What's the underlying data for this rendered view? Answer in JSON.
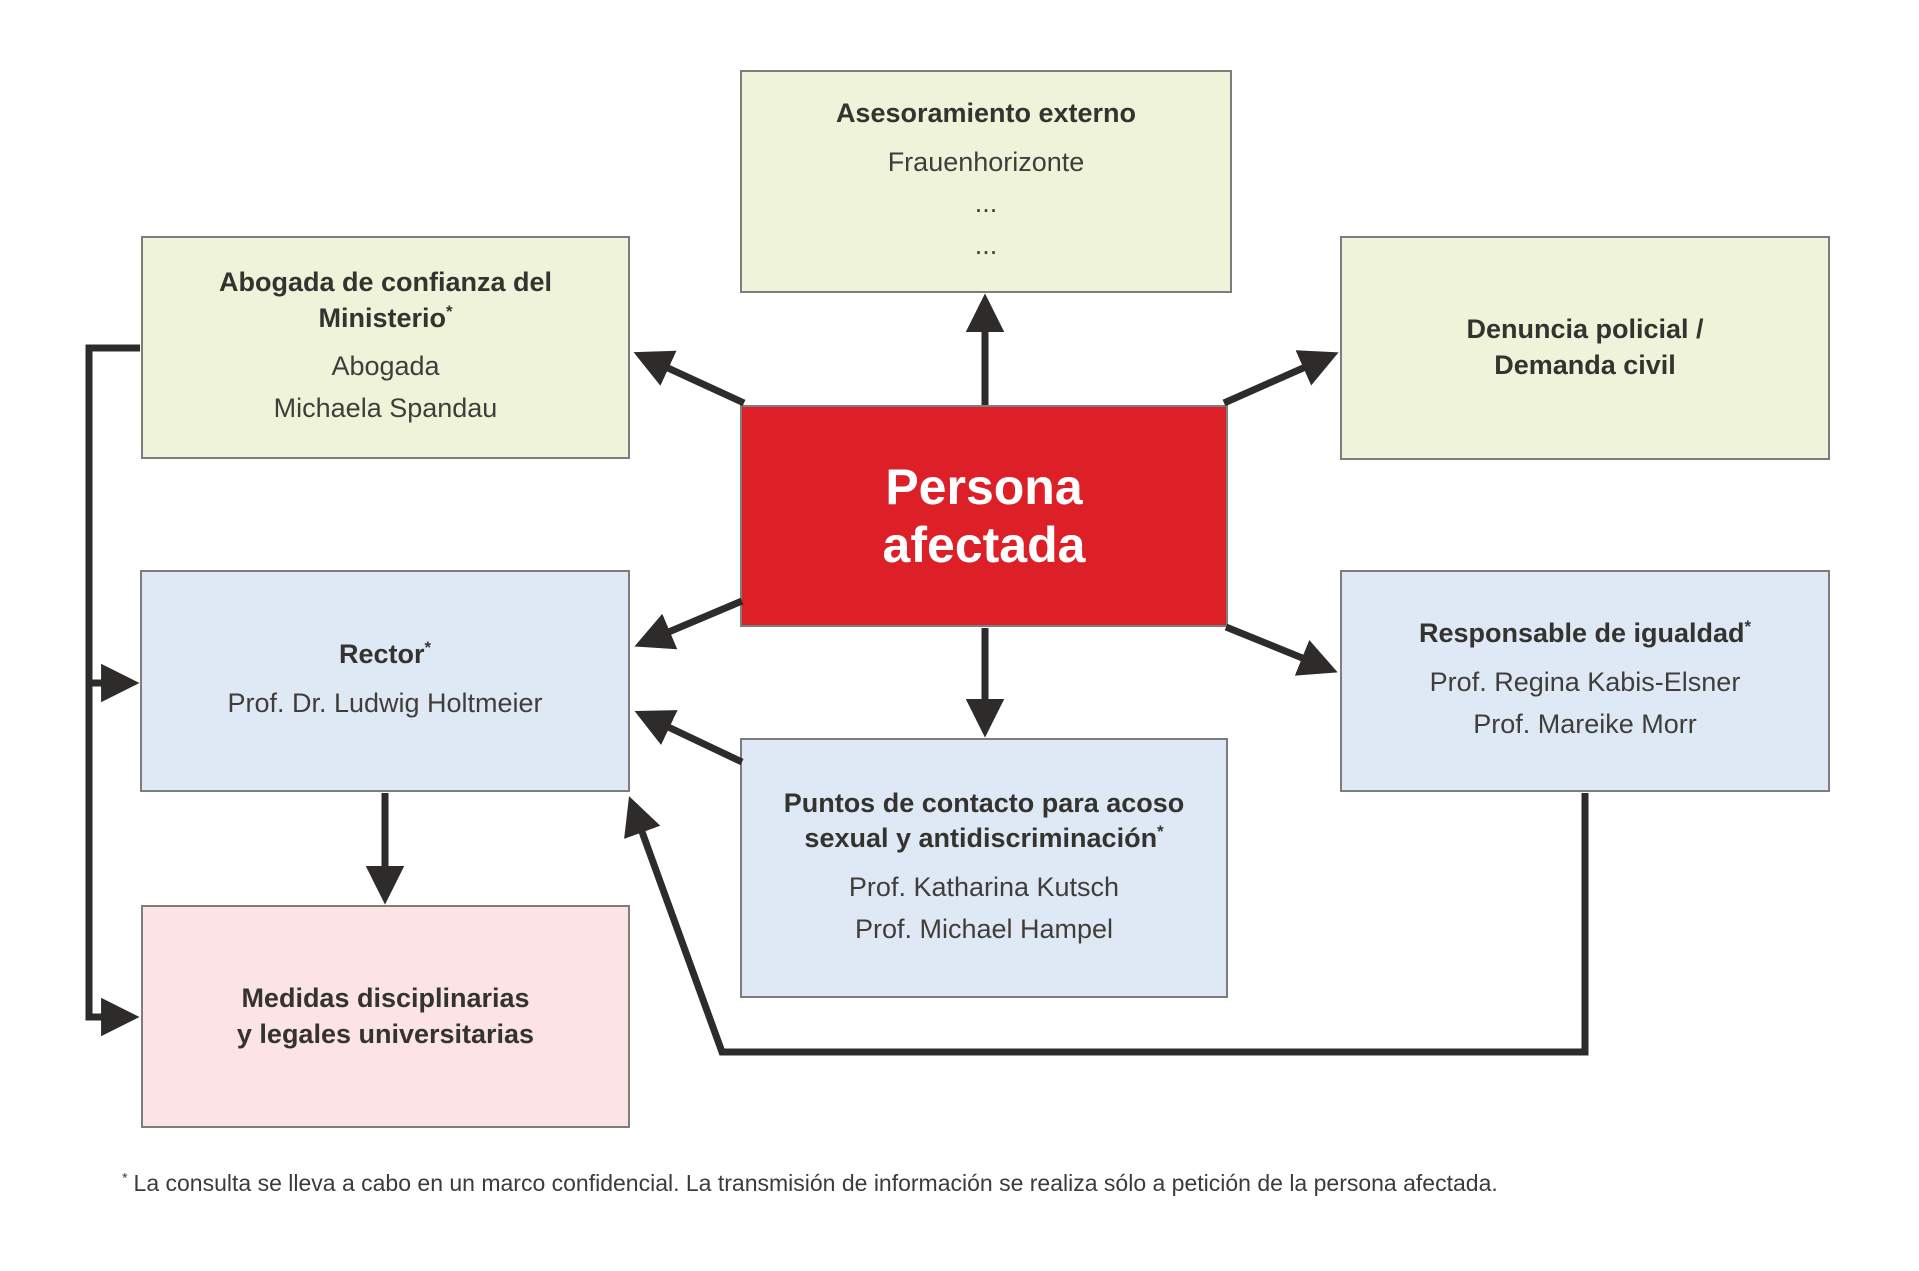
{
  "colors": {
    "green_box": "#eef3d9",
    "blue_box": "#dfe9f5",
    "pink_box": "#fce4e6",
    "red_box": "#dd2027",
    "border": "#7d7d7d",
    "arrow": "#2d2c2b"
  },
  "boxes": {
    "asesoramiento": {
      "title_lines": [
        "Asesoramiento externo"
      ],
      "asterisk": "",
      "body_lines": [
        "Frauenhorizonte",
        "...",
        "..."
      ]
    },
    "abogada": {
      "title_lines": [
        "Abogada de confianza del",
        "Ministerio"
      ],
      "asterisk": "*",
      "body_lines": [
        "Abogada",
        "Michaela Spandau"
      ]
    },
    "denuncia": {
      "title_lines": [
        "Denuncia policial /",
        "Demanda civil"
      ],
      "asterisk": "",
      "body_lines": []
    },
    "persona": {
      "title_lines": [
        "Persona",
        "afectada"
      ],
      "asterisk": "",
      "body_lines": []
    },
    "rector": {
      "title_lines": [
        "Rector"
      ],
      "asterisk": "*",
      "body_lines": [
        "Prof. Dr. Ludwig Holtmeier"
      ]
    },
    "responsable": {
      "title_lines": [
        "Responsable de igualdad"
      ],
      "asterisk": "*",
      "body_lines": [
        "Prof. Regina Kabis-Elsner",
        "Prof. Mareike Morr"
      ]
    },
    "puntos": {
      "title_lines": [
        "Puntos de contacto para acoso",
        "sexual y antidiscriminación"
      ],
      "asterisk": "*",
      "body_lines": [
        "Prof. Katharina Kutsch",
        "Prof. Michael Hampel"
      ]
    },
    "medidas": {
      "title_lines": [
        "Medidas disciplinarias",
        "y legales universitarias"
      ],
      "asterisk": "",
      "body_lines": []
    }
  },
  "connections": [
    {
      "from": "persona",
      "to": "asesoramiento"
    },
    {
      "from": "persona",
      "to": "abogada"
    },
    {
      "from": "persona",
      "to": "denuncia"
    },
    {
      "from": "persona",
      "to": "rector"
    },
    {
      "from": "persona",
      "to": "responsable"
    },
    {
      "from": "persona",
      "to": "puntos"
    },
    {
      "from": "puntos",
      "to": "rector"
    },
    {
      "from": "rector",
      "to": "medidas"
    },
    {
      "from": "abogada",
      "to": "rector"
    },
    {
      "from": "abogada",
      "to": "medidas"
    },
    {
      "from": "responsable",
      "to": "rector"
    }
  ],
  "footnote": {
    "asterisk": "*",
    "text": "La consulta se lleva a cabo en un marco confidencial. La transmisión de información se realiza sólo a petición de la persona afectada."
  }
}
